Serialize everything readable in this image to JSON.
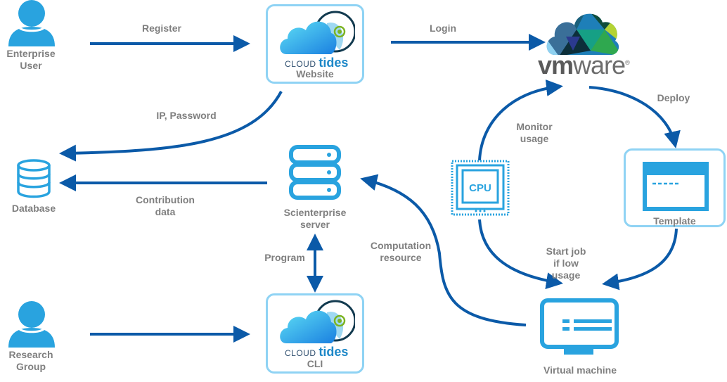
{
  "diagram": {
    "colors": {
      "arrow": "#0b5aa8",
      "icon": "#29a3df",
      "box_border": "#8fd3f4",
      "label": "#7f7f7f"
    },
    "nodes": {
      "enterprise_user": {
        "line1": "Enterprise",
        "line2": "User",
        "icon": "person-icon"
      },
      "website": {
        "brand_small": "CLOUD",
        "brand_big": "tides",
        "label": "Website",
        "icon": "cloudtides-logo-icon"
      },
      "vmware": {
        "brand_bold": "vm",
        "brand_rest": "ware",
        "reg": "®",
        "icon": "vmware-cloud-logo-icon"
      },
      "database": {
        "label": "Database",
        "icon": "database-icon"
      },
      "server": {
        "line1": "Scienterprise",
        "line2": "server",
        "icon": "server-icon"
      },
      "cpu": {
        "text": "CPU",
        "icon": "cpu-chip-icon"
      },
      "template": {
        "label": "Template",
        "icon": "window-template-icon"
      },
      "research_group": {
        "line1": "Research",
        "line2": "Group",
        "icon": "person-icon"
      },
      "cli": {
        "brand_small": "CLOUD",
        "brand_big": "tides",
        "label": "CLI",
        "icon": "cloudtides-logo-icon"
      },
      "virtual_machine": {
        "label": "Virtual machine",
        "icon": "monitor-icon"
      }
    },
    "edges": {
      "register": "Register",
      "login": "Login",
      "ip_password": "IP, Password",
      "deploy": "Deploy",
      "monitor": {
        "line1": "Monitor",
        "line2": "usage"
      },
      "contribution": {
        "line1": "Contribution",
        "line2": "data"
      },
      "program": "Program",
      "computation": {
        "line1": "Computation",
        "line2": "resource"
      },
      "start_job": {
        "line1": "Start job",
        "line2": "if low",
        "line3": "usage"
      }
    }
  }
}
